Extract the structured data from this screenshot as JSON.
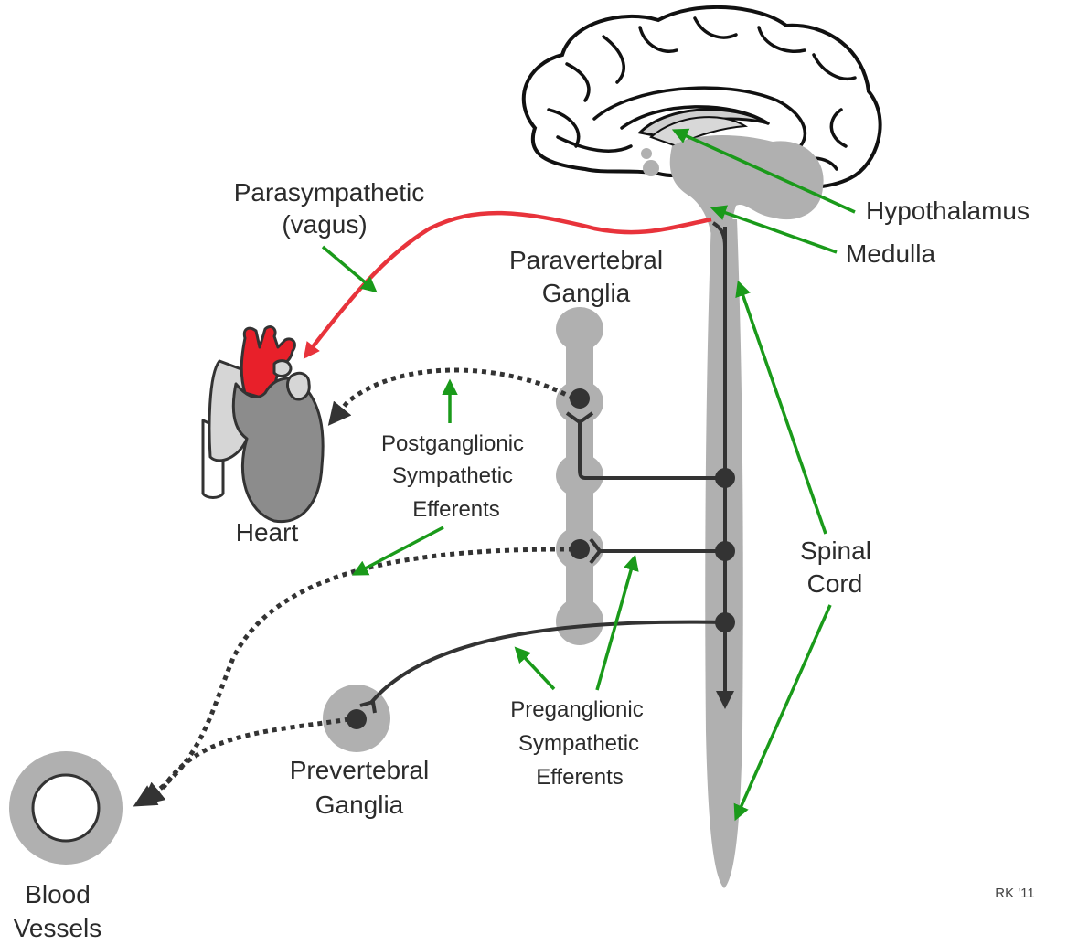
{
  "labels": {
    "parasympathetic": "Parasympathetic",
    "vagus": "(vagus)",
    "paravertebral": "Paravertebral",
    "paravertebral_ganglia": "Ganglia",
    "hypothalamus": "Hypothalamus",
    "medulla": "Medulla",
    "postganglionic_1": "Postganglionic",
    "postganglionic_2": "Sympathetic",
    "postganglionic_3": "Efferents",
    "heart": "Heart",
    "spinal": "Spinal",
    "cord": "Cord",
    "preganglionic_1": "Preganglionic",
    "preganglionic_2": "Sympathetic",
    "preganglionic_3": "Efferents",
    "prevertebral": "Prevertebral",
    "prevertebral_ganglia": "Ganglia",
    "blood": "Blood",
    "vessels": "Vessels",
    "credit": "RK '11"
  },
  "colors": {
    "pointer_arrow": "#1a9a1a",
    "parasympathetic_path": "#e8333b",
    "neuron": "#333333",
    "tissue_gray": "#b0b0b0",
    "heart_red": "#e8202a"
  }
}
